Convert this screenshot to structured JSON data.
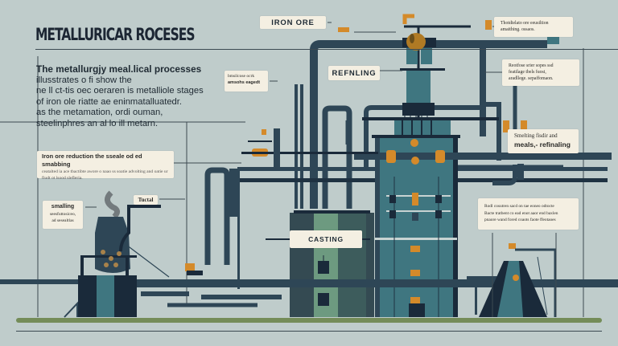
{
  "header": {
    "title": "METALLURICAR ROCESES"
  },
  "intro": {
    "lead": "The metallurgjy meal.lical processes",
    "lines": [
      "illusstrates o fi show the",
      "ne ll ct-tis oec oeraren  is metalliole stages",
      "of iron ole riatte ae eninmatalluatedr.",
      "as the metamation,  ordi ouman,",
      "steelinphres an al lo ill metarn."
    ]
  },
  "callouts": {
    "iron_reduction": {
      "title": "Iron ore reduction the sseale od ed smabbing",
      "body": "ceatalted ia ace tbactibte awore o naao ss soatie advolting and oatie ur fiudt ot lsood slefleria."
    },
    "smelting": {
      "title": "smalling",
      "lines": [
        "seesfuttosiceo,",
        "ad sesealtlas"
      ]
    },
    "tuyere": {
      "label": "Tuctal"
    },
    "small_note": {
      "lines": [
        "bmsilcose ocrk",
        "amsohs eagedt"
      ]
    },
    "iron_ore": {
      "label": "IRON ORE"
    },
    "refining": {
      "label": "REFNLING"
    },
    "top_right": {
      "lines": [
        "Thotdielato ore eeusiltion",
        "amaithing. ossaos."
      ]
    },
    "right_mid": {
      "lines": [
        "Reotfose srier sopes ssd",
        "featilage tbels fuosi,",
        "aradllege. sepaffomaon."
      ]
    },
    "smelting_refining": {
      "line1": "Smelting fisdir and",
      "line2": "meals,- refinaling"
    },
    "right_low": {
      "lines": [
        "Rodl cosutren  sacd on tae eoneo odtocte",
        "Bacte tratbent co ead enot aaor end baxlen",
        "pnaore wand fored coaots faote ffeotaoes"
      ]
    },
    "casting": {
      "label": "CASTING"
    }
  },
  "colors": {
    "background": "#bfcccb",
    "navy": "#1a2a3a",
    "pipe": "#2e4656",
    "teal": "#3f7680",
    "green": "#7a9a76",
    "ground": "#748c58",
    "orange": "#d48a2a",
    "card": "#f4efe2"
  }
}
